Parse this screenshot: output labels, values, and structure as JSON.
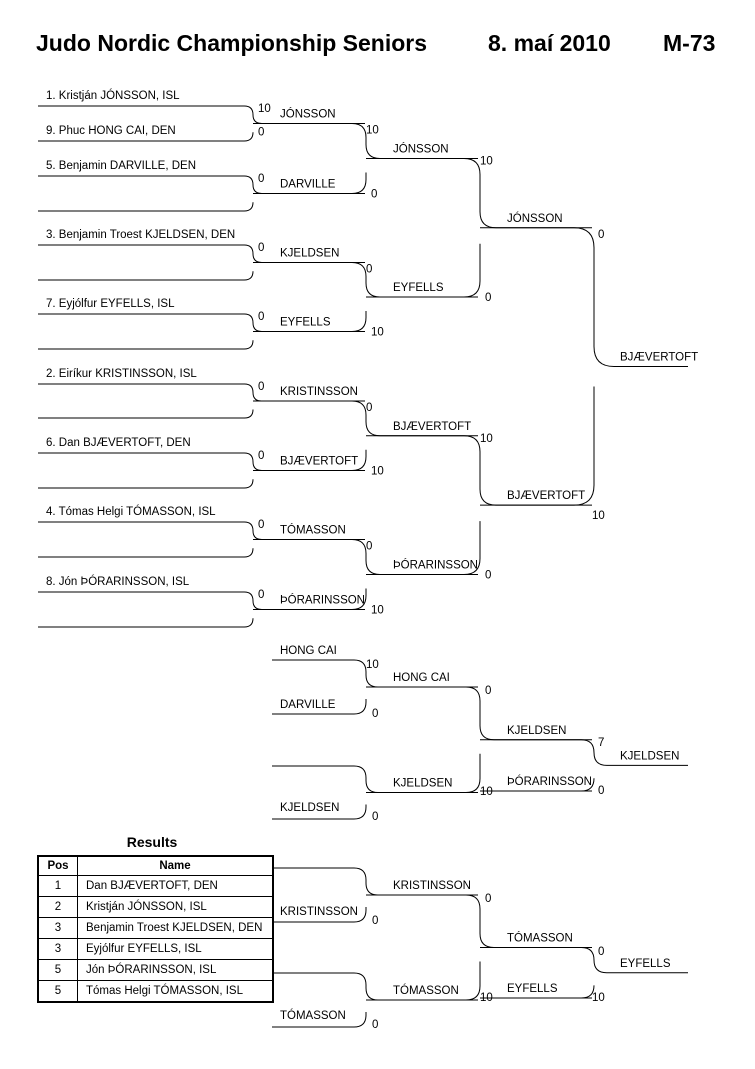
{
  "header": {
    "event": "Judo Nordic Championship Seniors",
    "date": "8. maí 2010",
    "category": "M-73"
  },
  "main_bracket": {
    "entries": [
      "1. Kristján JÓNSSON, ISL",
      "9. Phuc HONG CAI, DEN",
      "5. Benjamin DARVILLE, DEN",
      "3. Benjamin Troest KJELDSEN, DEN",
      "7. Eyjólfur EYFELLS, ISL",
      "2. Eiríkur KRISTINSSON, ISL",
      "6. Dan BJÆVERTOFT, DEN",
      "4. Tómas Helgi TÓMASSON, ISL",
      "8. Jón ÞÓRARINSSON, ISL"
    ],
    "round1": [
      {
        "winner": "JÓNSSON",
        "score_top": "10",
        "score_bottom": "0"
      },
      {
        "winner": "DARVILLE",
        "score_top": "0",
        "score_bottom": ""
      },
      {
        "winner": "KJELDSEN",
        "score_top": "0",
        "score_bottom": ""
      },
      {
        "winner": "EYFELLS",
        "score_top": "0",
        "score_bottom": ""
      },
      {
        "winner": "KRISTINSSON",
        "score_top": "0",
        "score_bottom": ""
      },
      {
        "winner": "BJÆVERTOFT",
        "score_top": "0",
        "score_bottom": ""
      },
      {
        "winner": "TÓMASSON",
        "score_top": "0",
        "score_bottom": ""
      },
      {
        "winner": "ÞÓRARINSSON",
        "score_top": "0",
        "score_bottom": ""
      }
    ],
    "round2": [
      {
        "winner": "JÓNSSON",
        "score_top": "10",
        "score_bottom": "0"
      },
      {
        "winner": "EYFELLS",
        "score_top": "0",
        "score_bottom": "10"
      },
      {
        "winner": "BJÆVERTOFT",
        "score_top": "0",
        "score_bottom": "10"
      },
      {
        "winner": "ÞÓRARINSSON",
        "score_top": "0",
        "score_bottom": "10"
      }
    ],
    "round3": [
      {
        "winner": "JÓNSSON",
        "score_top": "10",
        "score_bottom": "0"
      },
      {
        "winner": "BJÆVERTOFT",
        "score_top": "10",
        "score_bottom": "0"
      }
    ],
    "final": {
      "winner": "BJÆVERTOFT",
      "score_top": "0",
      "score_bottom": "10"
    }
  },
  "repechage_a": {
    "entries": [
      "HONG CAI",
      "DARVILLE",
      "KJELDSEN"
    ],
    "r1": {
      "winner": "HONG CAI",
      "score_top": "10",
      "score_bottom": "0"
    },
    "r1b": {
      "winner": "KJELDSEN",
      "score_top": "10",
      "score_bottom": "0"
    },
    "r2": {
      "winner": "KJELDSEN",
      "score_top": "0",
      "score_bottom": ""
    },
    "opponent": "ÞÓRARINSSON",
    "bronze": {
      "winner": "KJELDSEN",
      "score_top": "7",
      "score_bottom": "0"
    }
  },
  "repechage_b": {
    "entries": [
      "KRISTINSSON",
      "TÓMASSON"
    ],
    "r1": {
      "winner": "KRISTINSSON",
      "score_top": "0",
      "score_bottom": ""
    },
    "r1b": {
      "winner": "TÓMASSON",
      "score_top": "10",
      "score_bottom": "0"
    },
    "r2": {
      "winner": "TÓMASSON",
      "score_top": "0",
      "score_bottom": ""
    },
    "opponent": "EYFELLS",
    "bronze": {
      "winner": "EYFELLS",
      "score_top": "0",
      "score_bottom": "10"
    }
  },
  "results": {
    "title": "Results",
    "col_pos": "Pos",
    "col_name": "Name",
    "rows": [
      {
        "pos": "1",
        "name": "Dan BJÆVERTOFT, DEN"
      },
      {
        "pos": "2",
        "name": "Kristján JÓNSSON, ISL"
      },
      {
        "pos": "3",
        "name": "Benjamin Troest KJELDSEN, DEN"
      },
      {
        "pos": "3",
        "name": "Eyjólfur EYFELLS, ISL"
      },
      {
        "pos": "5",
        "name": "Jón ÞÓRARINSSON, ISL"
      },
      {
        "pos": "5",
        "name": "Tómas Helgi TÓMASSON, ISL"
      }
    ]
  }
}
